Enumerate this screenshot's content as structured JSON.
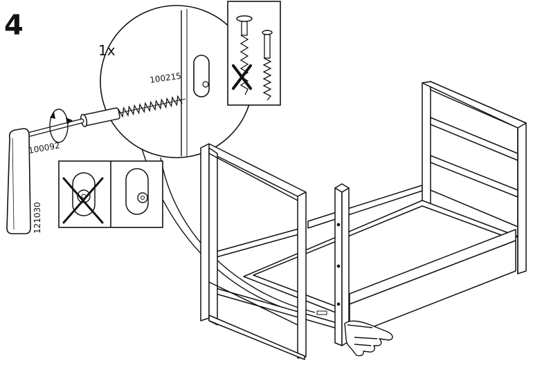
{
  "step_number": "4",
  "quantity": "1x",
  "parts": {
    "screw": "100215",
    "tool": "100092",
    "leg": "121030"
  },
  "colors": {
    "line": "#111111",
    "background": "#ffffff"
  },
  "icons": {
    "wrong_screw": "wrong-screw-icon",
    "correct_screw": "correct-screw-icon",
    "cross": "cross-mark-icon",
    "rotation": "rotation-arrow-icon",
    "hand": "pointing-hand-icon"
  }
}
